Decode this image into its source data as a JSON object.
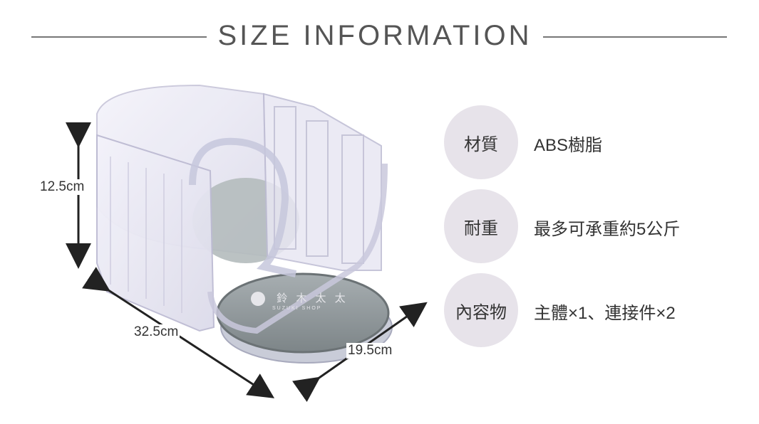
{
  "header": {
    "title": "SIZE INFORMATION"
  },
  "dimensions": {
    "height": "12.5cm",
    "length": "32.5cm",
    "width": "19.5cm"
  },
  "specs": [
    {
      "label": "材質",
      "value": "ABS樹脂"
    },
    {
      "label": "耐重",
      "value": "最多可承重約5公斤"
    },
    {
      "label": "內容物",
      "value": "主體×1、連接件×2"
    }
  ],
  "watermark": {
    "text": "鈴 木 太 太",
    "sub": "SUZUKI SHOP"
  },
  "colors": {
    "circle_bg": "#e7e3ea",
    "arrow": "#222222",
    "rule": "#777777",
    "turntable": "#8e9698"
  }
}
